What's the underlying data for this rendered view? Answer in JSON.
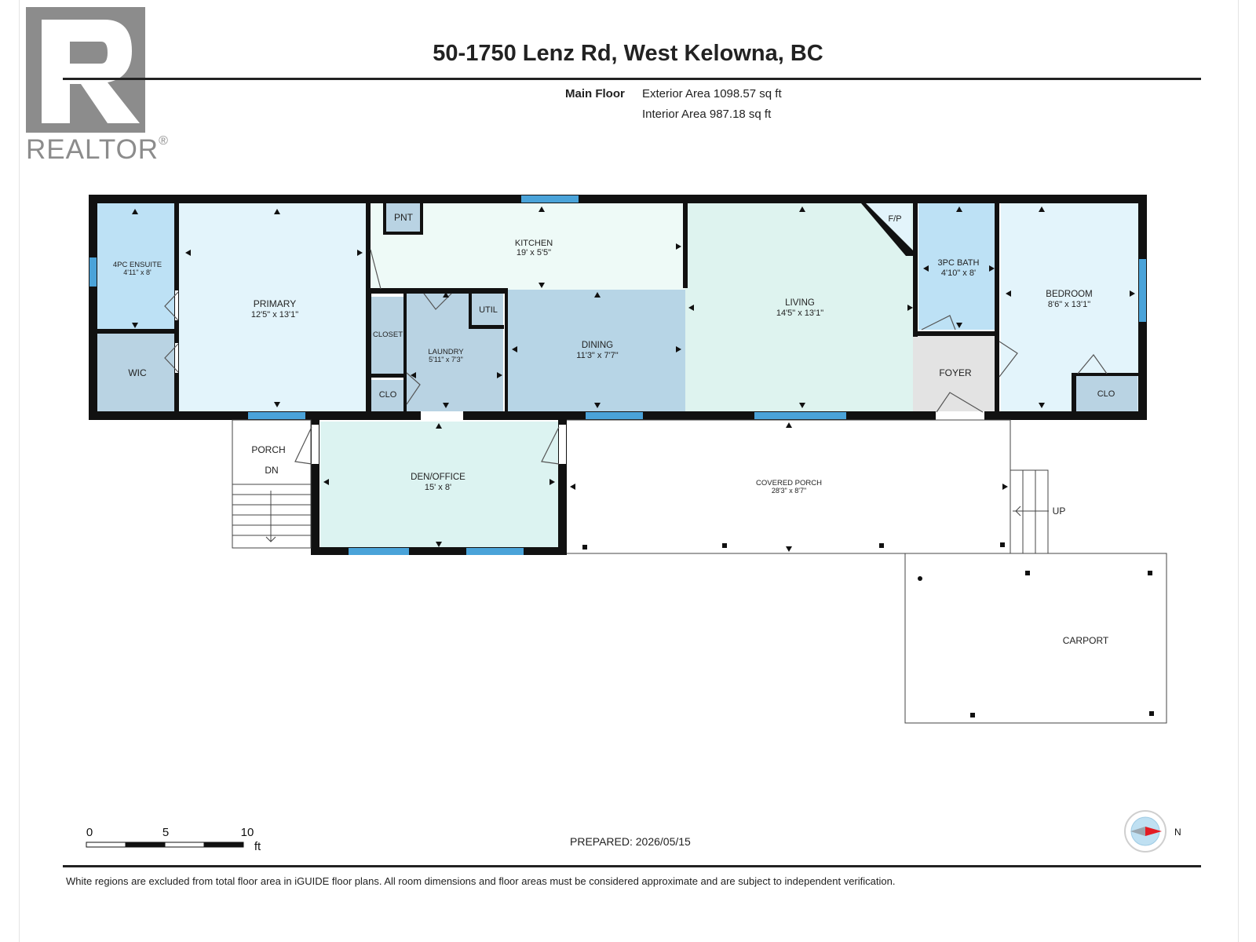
{
  "logo": {
    "text": "REALTOR",
    "mark": "®"
  },
  "header": {
    "title": "50-1750 Lenz Rd, West Kelowna, BC",
    "floor_label": "Main Floor",
    "exterior_area": "Exterior Area 1098.57 sq ft",
    "interior_area": "Interior Area 987.18 sq ft"
  },
  "rooms": {
    "ensuite": {
      "name": "4PC ENSUITE",
      "dims": "4'11\" x 8'"
    },
    "wic": {
      "name": "WIC"
    },
    "primary": {
      "name": "PRIMARY",
      "dims": "12'5\" x 13'1\""
    },
    "pnt": {
      "name": "PNT"
    },
    "kitchen": {
      "name": "KITCHEN",
      "dims": "19' x 5'5\""
    },
    "closet": {
      "name": "CLOSET"
    },
    "clo_left": {
      "name": "CLO"
    },
    "laundry": {
      "name": "LAUNDRY",
      "dims": "5'11\" x 7'3\""
    },
    "util": {
      "name": "UTIL"
    },
    "dining": {
      "name": "DINING",
      "dims": "11'3\" x 7'7\""
    },
    "living": {
      "name": "LIVING",
      "dims": "14'5\" x 13'1\""
    },
    "fp": {
      "name": "F/P"
    },
    "bath3": {
      "name": "3PC BATH",
      "dims": "4'10\" x 8'"
    },
    "foyer": {
      "name": "FOYER"
    },
    "bedroom": {
      "name": "BEDROOM",
      "dims": "8'6\" x 13'1\""
    },
    "clo_right": {
      "name": "CLO"
    },
    "porch": {
      "name": "PORCH",
      "stair": "DN"
    },
    "den": {
      "name": "DEN/OFFICE",
      "dims": "15' x 8'"
    },
    "covered_porch": {
      "name": "COVERED PORCH",
      "dims": "28'3\" x 8'7\""
    },
    "up": {
      "name": "UP"
    },
    "carport": {
      "name": "CARPORT"
    }
  },
  "scale": {
    "ticks": [
      "0",
      "5",
      "10"
    ],
    "unit": "ft"
  },
  "compass": {
    "label": "N"
  },
  "prepared": "PREPARED: 2026/05/15",
  "footer": "White regions are excluded from total floor area in iGUIDE floor plans. All room dimensions and floor areas must be considered approximate and are subject to independent verification.",
  "colors": {
    "wall": "#111111",
    "window": "#4aa3d9",
    "bedroom_fill": "#e3f4fb",
    "bath_fill": "#bde1f5",
    "kitchen_fill": "#eefaf7",
    "living_fill": "#def3ef",
    "dining_fill": "#b7d5e6",
    "storage_fill": "#b9d3e3",
    "foyer_fill": "#e3e3e3",
    "den_fill": "#dcf3f1",
    "logo_gray": "#8c8c8c",
    "compass_red": "#e31b23"
  }
}
